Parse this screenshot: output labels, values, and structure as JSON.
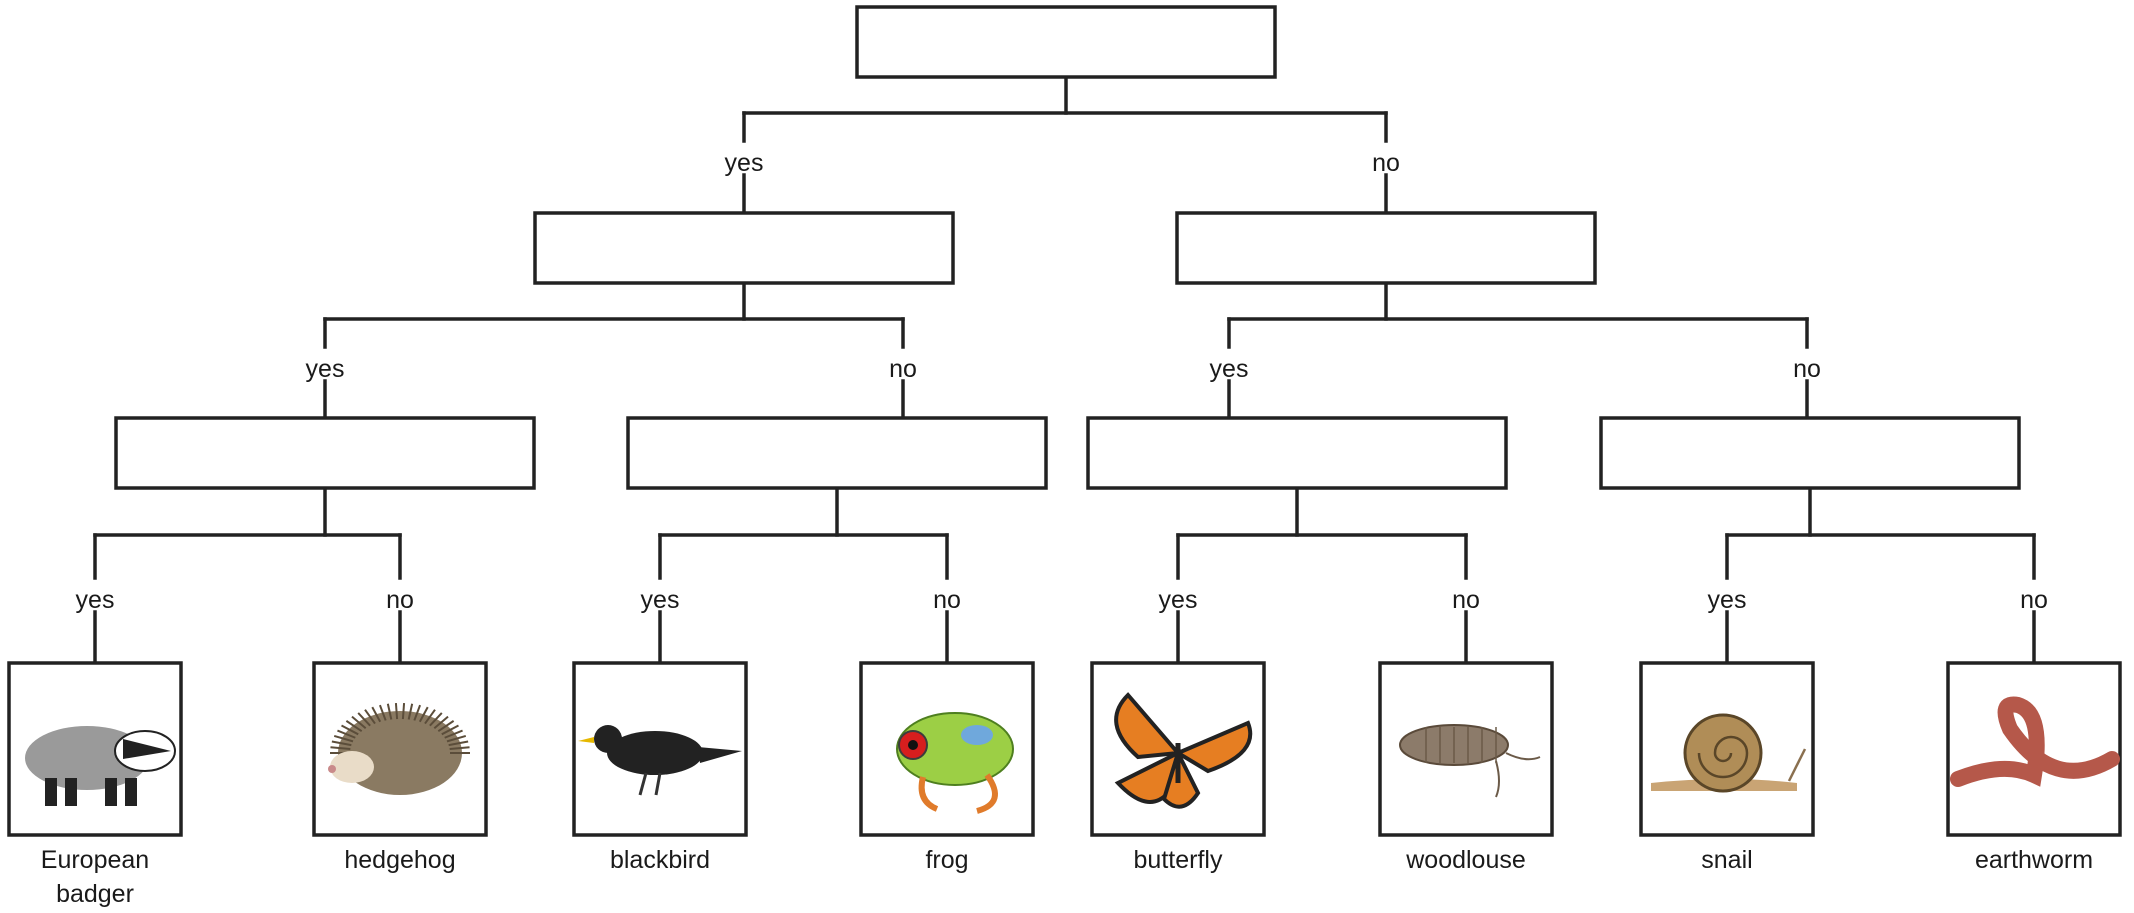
{
  "root": {
    "question": ""
  },
  "level2": [
    {
      "question": "",
      "branch": "yes"
    },
    {
      "question": "",
      "branch": "no"
    }
  ],
  "level3": [
    {
      "question": "",
      "branch": "yes"
    },
    {
      "question": "",
      "branch": "no"
    },
    {
      "question": "",
      "branch": "yes"
    },
    {
      "question": "",
      "branch": "no"
    }
  ],
  "leaves": [
    {
      "branch": "yes",
      "name_lines": [
        "European",
        "badger"
      ],
      "icon": "badger-icon",
      "color": "#9a9a9a"
    },
    {
      "branch": "no",
      "name_lines": [
        "hedgehog"
      ],
      "icon": "hedgehog-icon",
      "color": "#8a7a62"
    },
    {
      "branch": "yes",
      "name_lines": [
        "blackbird"
      ],
      "icon": "blackbird-icon",
      "color": "#222222"
    },
    {
      "branch": "no",
      "name_lines": [
        "frog"
      ],
      "icon": "frog-icon",
      "color": "#9ccf45"
    },
    {
      "branch": "yes",
      "name_lines": [
        "butterfly"
      ],
      "icon": "butterfly-icon",
      "color": "#e67e22"
    },
    {
      "branch": "no",
      "name_lines": [
        "woodlouse"
      ],
      "icon": "woodlouse-icon",
      "color": "#8c7b6a"
    },
    {
      "branch": "yes",
      "name_lines": [
        "snail"
      ],
      "icon": "snail-icon",
      "color": "#b08d57"
    },
    {
      "branch": "no",
      "name_lines": [
        "earthworm"
      ],
      "icon": "earthworm-icon",
      "color": "#b5584a"
    }
  ]
}
